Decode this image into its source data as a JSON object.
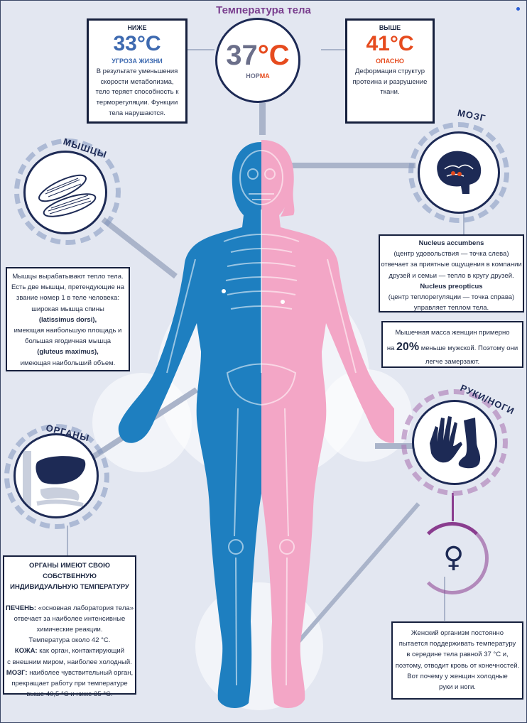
{
  "title": "Температура тела",
  "low": {
    "label": "НИЖЕ",
    "temp": "33°C",
    "status": "УГРОЗА ЖИЗНИ",
    "text": "В результате уменьшения скорости метаболизма, тело теряет способность к терморегуляции. Функции тела нарушаются.",
    "color": "#3e6ab0"
  },
  "normal": {
    "temp_a": "37",
    "temp_b": "°C",
    "label_a": "НОР",
    "label_b": "МА"
  },
  "high": {
    "label": "ВЫШЕ",
    "temp": "41°C",
    "status": "ОПАСНО",
    "text": "Деформация структур протеина и разрушение ткани.",
    "color": "#e64b1e"
  },
  "muscles": {
    "heading": "МЫШЦЫ",
    "line1": "Мышцы вырабатывают тепло тела.",
    "line2": "Есть две мышцы, претендующие на",
    "line3": "звание номер 1 в теле человека:",
    "line4": "широкая мышца спины",
    "line5": "(latissimus dorsi),",
    "line6": "имеющая наибольшую площадь и",
    "line7": "большая ягодичная мышца",
    "line8": "(gluteus maximus),",
    "line9": "имеющая наибольший объем."
  },
  "brain": {
    "heading": "МОЗГ",
    "t1": "Nucleus accumbens",
    "t2": "(центр удовольствия — точка слева)",
    "t3": "отвечает за приятные ощущения в компании",
    "t4": "друзей и семьи — тепло в кругу друзей.",
    "t5": "Nucleus preopticus",
    "t6": "(центр теплорегуляции — точка справа)",
    "t7": "управляет теплом тела."
  },
  "mass": {
    "pre": "Мышечная масса женщин примерно",
    "on": "на",
    "pct": "20%",
    "post": "меньше мужской. Поэтому они",
    "last": "легче замерзают."
  },
  "organs": {
    "heading": "ОРГАНЫ",
    "title1": "ОРГАНЫ ИМЕЮТ СВОЮ СОБСТВЕННУЮ",
    "title2": "ИНДИВИДУАЛЬНУЮ ТЕМПЕРАТУРУ",
    "liver_b": "ПЕЧЕНЬ:",
    "liver": "«основная лаборатория тела»",
    "liver2": "отвечает за наиболее интенсивные",
    "liver3": "химические реакции.",
    "liver4": "Температура около 42 °C.",
    "skin_b": "КОЖА:",
    "skin": "как орган, контактирующий",
    "skin2": "с внешним миром, наиболее холодный.",
    "brain_b": "МОЗГ:",
    "brain": "наиболее чувствительный орган,",
    "brain2": "прекращает работу при температуре",
    "brain3": "выше 40,5 °C и ниже 35 °C."
  },
  "limbs": {
    "heading": "РУКИ/НОГИ",
    "l1": "Женский организм постоянно",
    "l2": "пытается поддерживать температуру",
    "l3": "в середине тела равной 37 °C и,",
    "l4": "поэтому, отводит кровь от конечностей.",
    "l5": "Вот почему у женщин холодные",
    "l6": "руки и ноги."
  },
  "colors": {
    "male_blue": "#1e7fc0",
    "female_pink": "#f3a6c6",
    "navy": "#1d2a55",
    "purple": "#8a3d8f"
  }
}
